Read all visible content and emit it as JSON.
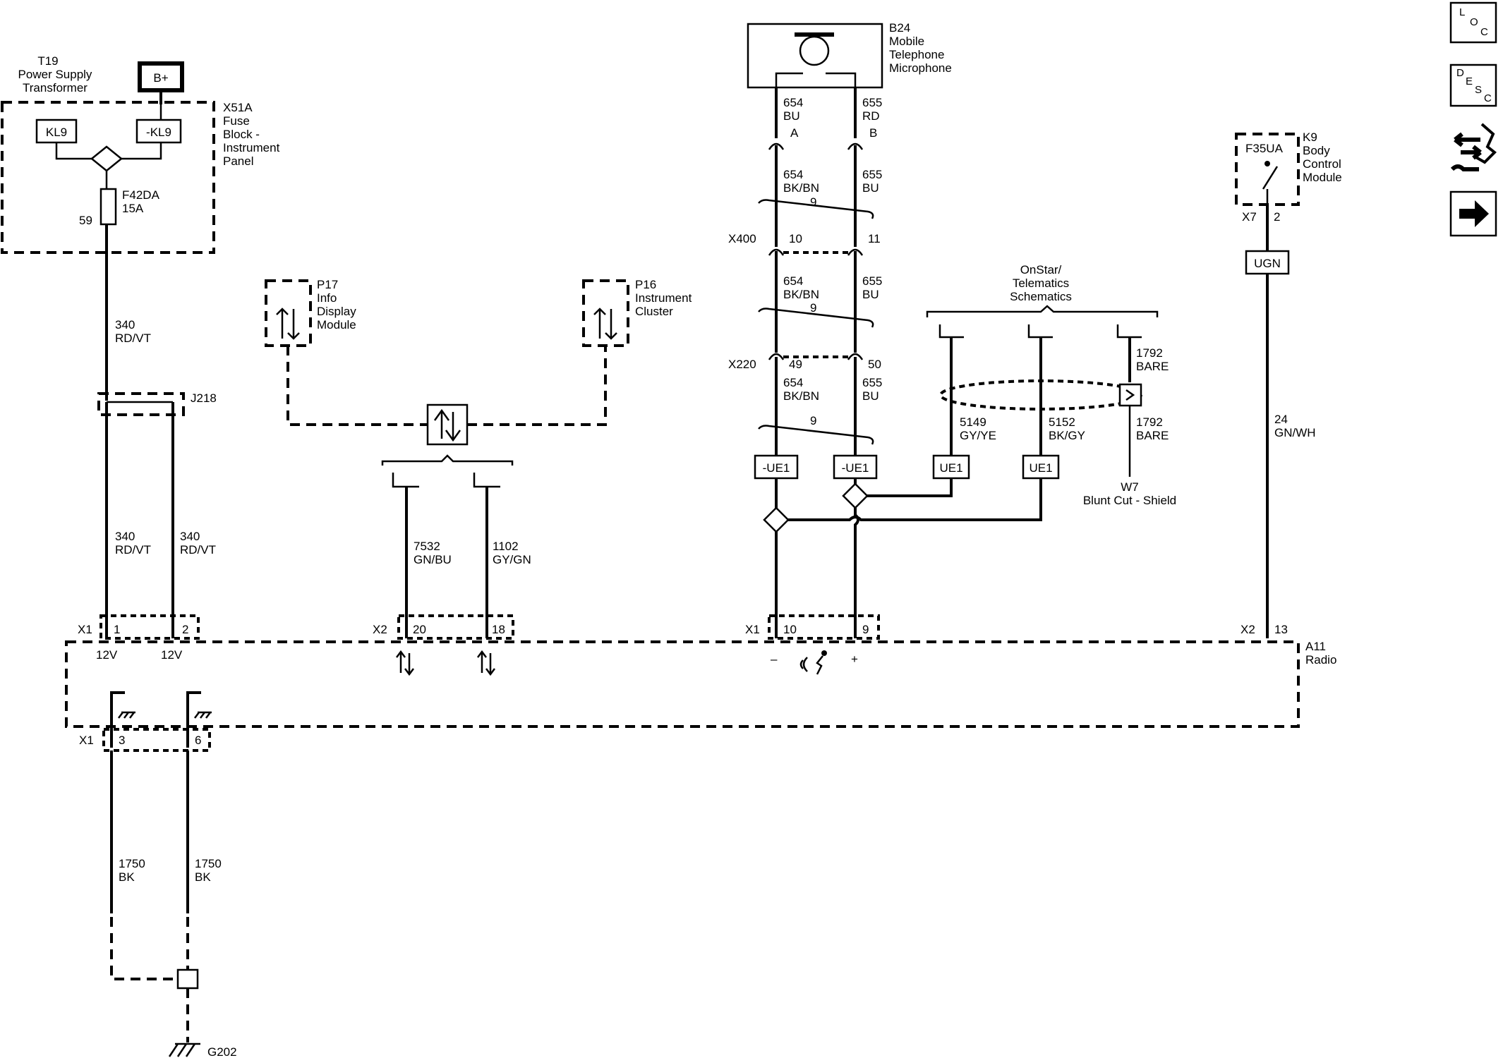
{
  "components": {
    "t19": [
      "T19",
      "Power Supply",
      "Transformer"
    ],
    "b_plus": "B+",
    "x51a": [
      "X51A",
      "Fuse",
      "Block -",
      "Instrument",
      "Panel"
    ],
    "kl9": "KL9",
    "neg_kl9": "-KL9",
    "f42da": [
      "F42DA",
      "15A"
    ],
    "fuse_pin": "59",
    "j218": "J218",
    "p17": [
      "P17",
      "Info",
      "Display",
      "Module"
    ],
    "p16": [
      "P16",
      "Instrument",
      "Cluster"
    ],
    "b24": [
      "B24",
      "Mobile",
      "Telephone",
      "Microphone"
    ],
    "onstar": [
      "OnStar/",
      "Telematics",
      "Schematics"
    ],
    "k9": [
      "K9",
      "Body",
      "Control",
      "Module"
    ],
    "f35ua": "F35UA",
    "w7": [
      "W7",
      "Blunt Cut - Shield"
    ],
    "a11": [
      "A11",
      "Radio"
    ],
    "g202": "G202"
  },
  "wires": {
    "w340_top": [
      "340",
      "RD/VT"
    ],
    "w340_left": [
      "340",
      "RD/VT"
    ],
    "w340_right": [
      "340",
      "RD/VT"
    ],
    "w7532": [
      "7532",
      "GN/BU"
    ],
    "w1102": [
      "1102",
      "GY/GN"
    ],
    "w654_a": [
      "654",
      "BU"
    ],
    "w655_a": [
      "655",
      "RD"
    ],
    "w654_b": [
      "654",
      "BK/BN"
    ],
    "w655_b": [
      "655",
      "BU"
    ],
    "w654_c": [
      "654",
      "BK/BN"
    ],
    "w655_c": [
      "655",
      "BU"
    ],
    "w654_d": [
      "654",
      "BK/BN"
    ],
    "w655_d": [
      "655",
      "BU"
    ],
    "w5149": [
      "5149",
      "GY/YE"
    ],
    "w5152": [
      "5152",
      "BK/GY"
    ],
    "w1792_top": [
      "1792",
      "BARE"
    ],
    "w1792_bottom": [
      "1792",
      "BARE"
    ],
    "w24": [
      "24",
      "GN/WH"
    ],
    "w1750_left": [
      "1750",
      "BK"
    ],
    "w1750_right": [
      "1750",
      "BK"
    ],
    "twist_1": "9",
    "twist_2": "9",
    "twist_3": "9"
  },
  "connectors": {
    "pin_a": "A",
    "pin_b": "B",
    "x400": "X400",
    "x400_pin_left": "10",
    "x400_pin_right": "11",
    "x220": "X220",
    "x220_pin_left": "49",
    "x220_pin_right": "50",
    "x7": "X7",
    "x7_pin": "2",
    "x1_a": "X1",
    "x1_pin1": "1",
    "x1_pin2": "2",
    "x2_a": "X2",
    "x2_pin20": "20",
    "x2_pin18": "18",
    "x1_b": "X1",
    "x1_pin10": "10",
    "x1_pin9": "9",
    "x2_b": "X2",
    "x2_pin13": "13",
    "x1_c": "X1",
    "x1_pin3": "3",
    "x1_pin6": "6"
  },
  "options": {
    "ue1_neg_left": "-UE1",
    "ue1_neg_right": "-UE1",
    "ue1_left": "UE1",
    "ue1_right": "UE1",
    "ugn": "UGN"
  },
  "signals": {
    "v12_left": "12V",
    "v12_right": "12V",
    "minus": "–",
    "plus": "+"
  },
  "legend": {
    "loc": [
      "L",
      "O",
      "C"
    ],
    "desc": [
      "D",
      "E",
      "S",
      "C"
    ]
  }
}
